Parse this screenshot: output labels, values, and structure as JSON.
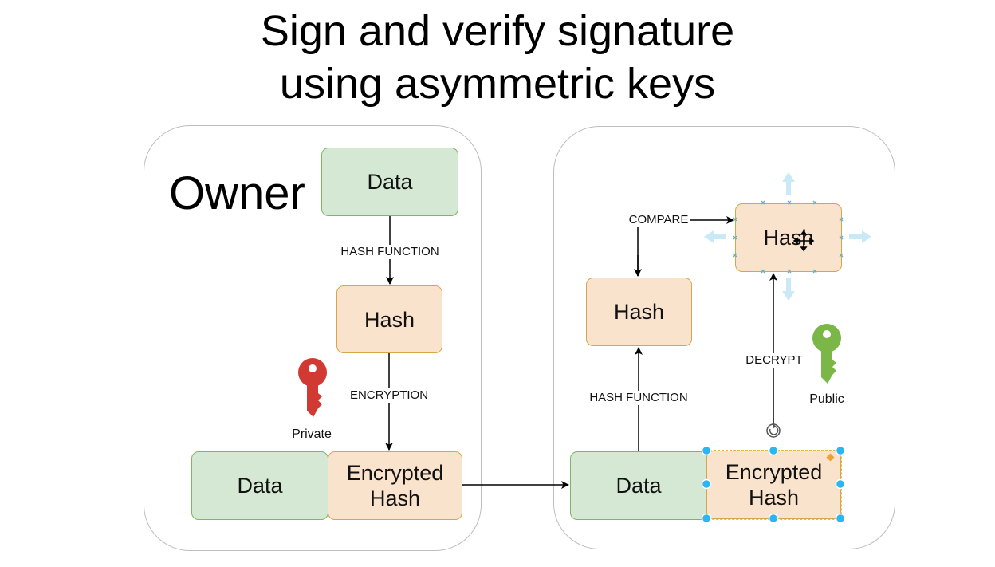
{
  "title": {
    "line1": "Sign and verify signature",
    "line2": "using asymmetric keys"
  },
  "owner": {
    "label": "Owner",
    "data_top": "Data",
    "hash": "Hash",
    "hash_function_label": "HASH FUNCTION",
    "encryption_label": "ENCRYPTION",
    "data_bottom": "Data",
    "encrypted_hash_line1": "Encrypted",
    "encrypted_hash_line2": "Hash",
    "private_key": {
      "label": "Private",
      "icon": "key-icon",
      "color": "#d03a33"
    }
  },
  "receiver": {
    "data": "Data",
    "encrypted_hash_line1": "Encrypted",
    "encrypted_hash_line2": "Hash",
    "hash_left": "Hash",
    "hash_right": "Hash",
    "hash_function_label": "HASH FUNCTION",
    "decrypt_label": "DECRYPT",
    "compare_label": "COMPARE",
    "public_key": {
      "label": "Public",
      "icon": "key-icon",
      "color": "#7ab648"
    }
  },
  "colors": {
    "data_fill": "#d5e8d4",
    "data_stroke": "#82b366",
    "hash_fill": "#fae3cc",
    "hash_stroke": "#d6a64a",
    "selection_handle": "#29b6f2",
    "hover_arrow": "#c9e9f6"
  }
}
